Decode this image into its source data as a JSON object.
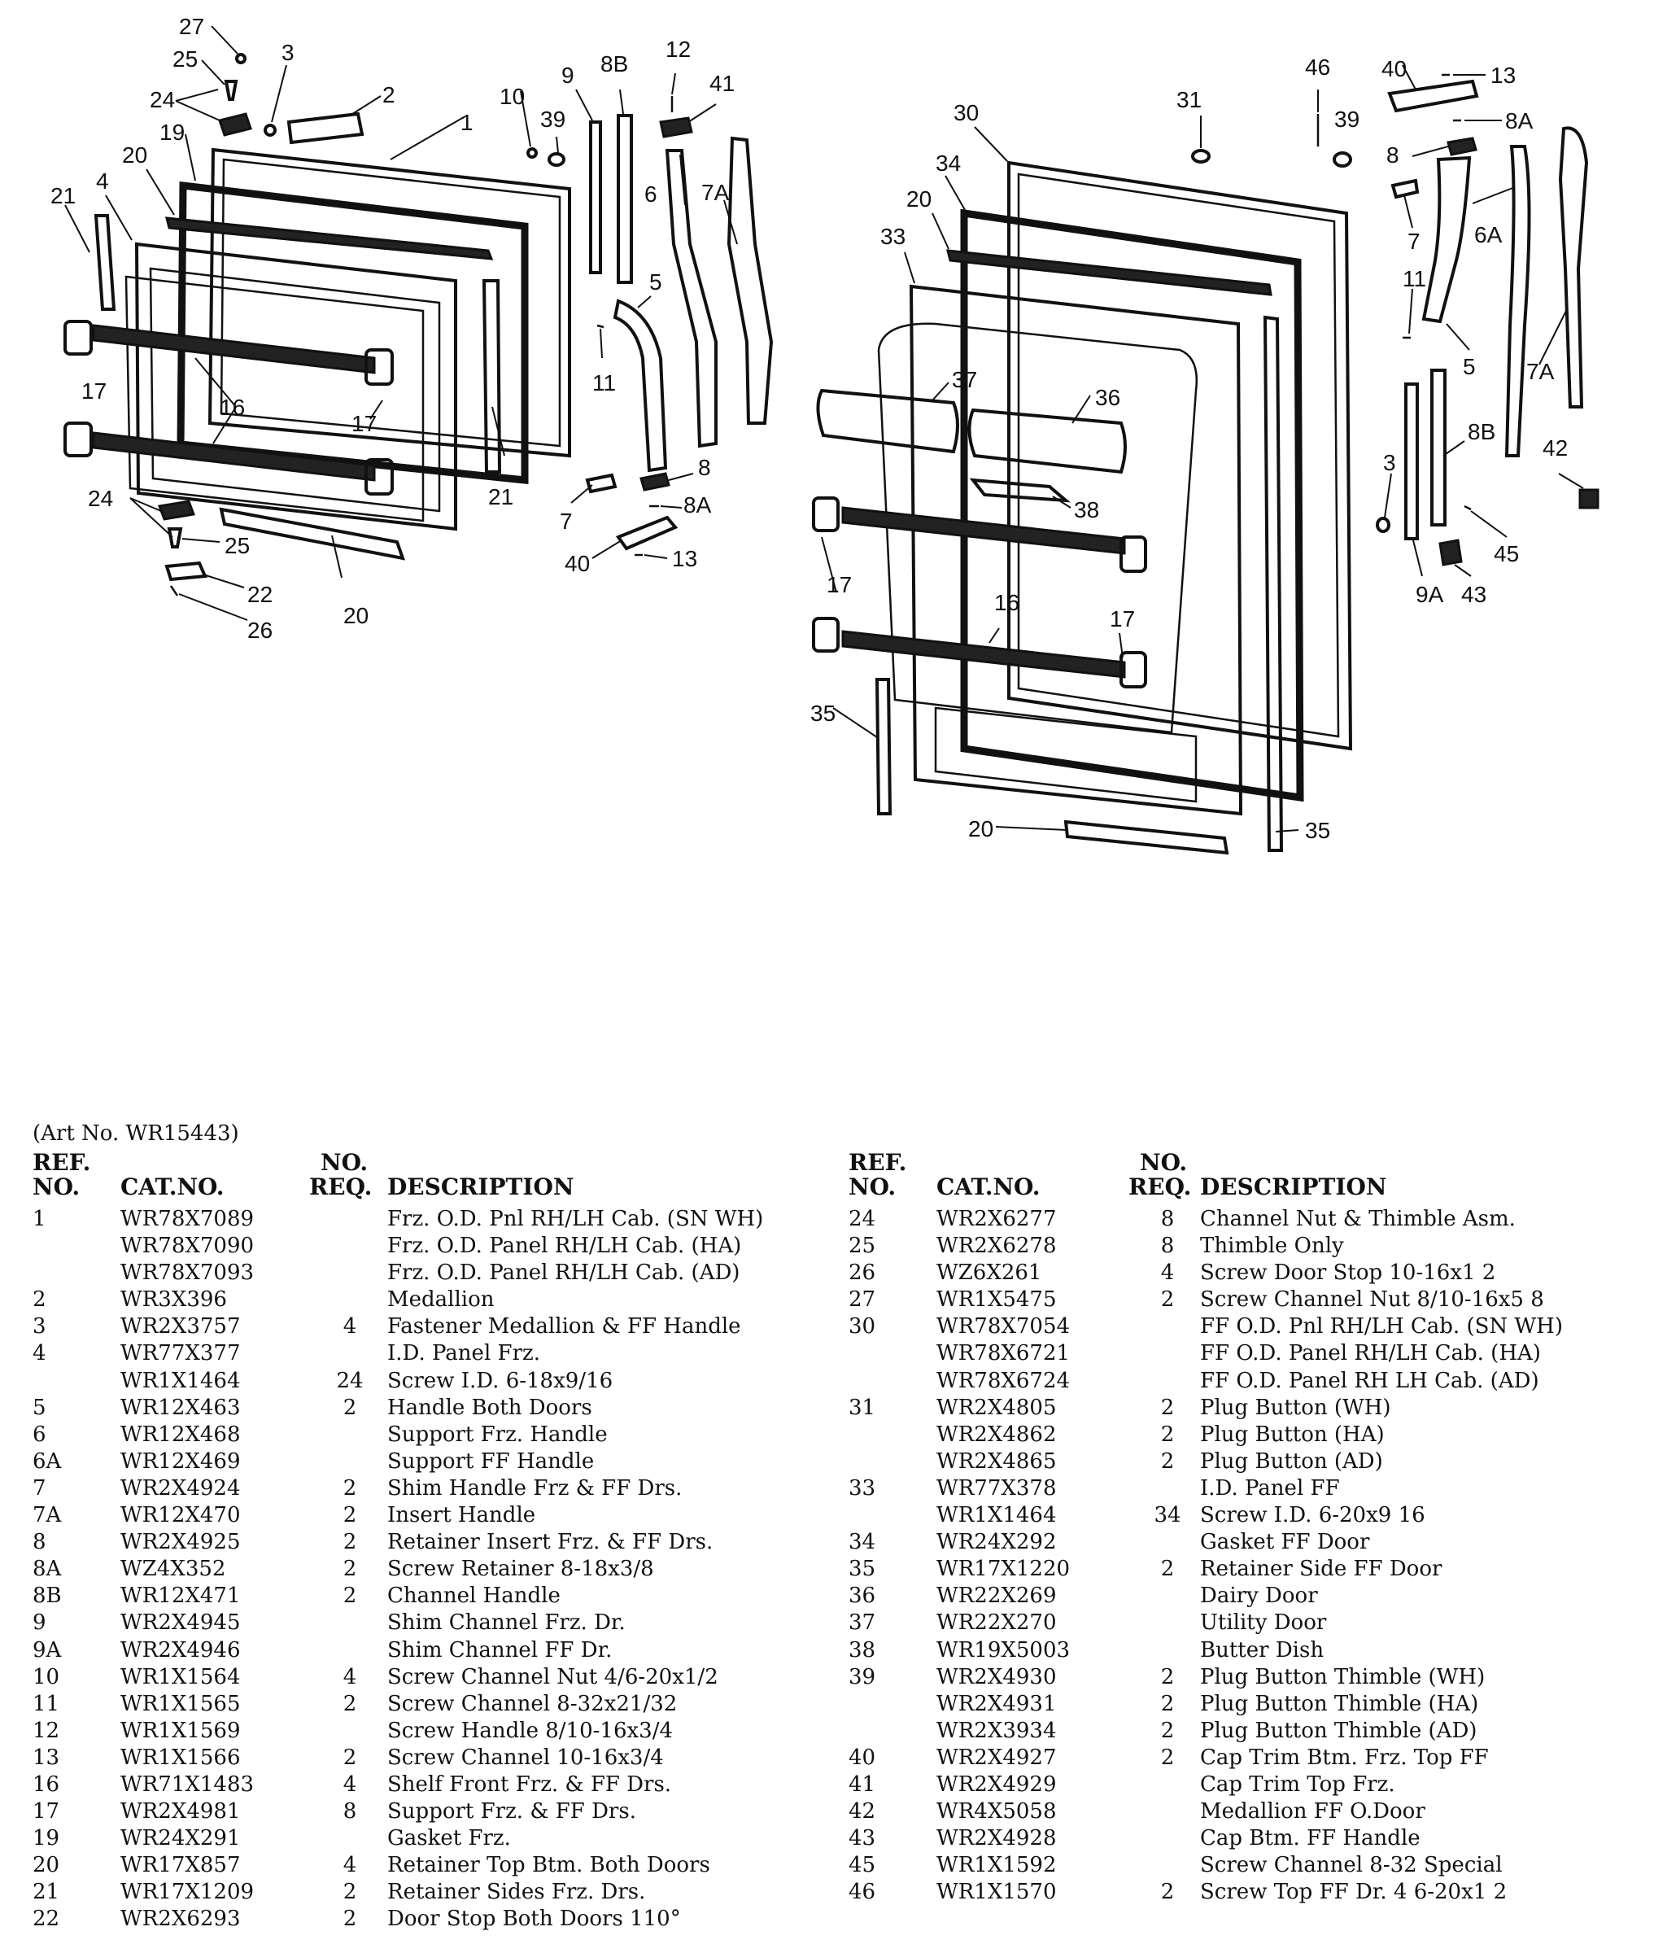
{
  "art_no": "(Art No. WR15443)",
  "headers": {
    "ref_top": "REF.",
    "ref_bottom": "NO.",
    "cat_no": "CAT.NO.",
    "req_top": "NO.",
    "req_bottom": "REQ.",
    "description": "DESCRIPTION"
  },
  "callouts": {
    "l27": "27",
    "l25": "25",
    "l3": "3",
    "l2": "2",
    "l24": "24",
    "l19": "19",
    "l1": "1",
    "l20": "20",
    "l4": "4",
    "l21": "21",
    "l17a": "17",
    "l17b": "17",
    "l16": "16",
    "l21b": "21",
    "l10": "10",
    "l39": "39",
    "l9": "9",
    "l8b": "8B",
    "l12": "12",
    "l41": "41",
    "l6": "6",
    "l7a": "7A",
    "l5": "5",
    "l11": "11",
    "l8": "8",
    "l7": "7",
    "l8a": "8A",
    "l40": "40",
    "l13": "13",
    "l24b": "24",
    "l25b": "25",
    "l22": "22",
    "l26": "26",
    "l20b": "20",
    "r30": "30",
    "r31": "31",
    "r34": "34",
    "r20": "20",
    "r33": "33",
    "r37": "37",
    "r36": "36",
    "r38": "38",
    "r16": "16",
    "r17a": "17",
    "r17b": "17",
    "r35a": "35",
    "r35b": "35",
    "r20b": "20",
    "r46": "46",
    "r40": "40",
    "r13": "13",
    "r39": "39",
    "r8a": "8A",
    "r8": "8",
    "r7": "7",
    "r6a": "6A",
    "r11": "11",
    "r5": "5",
    "r7a": "7A",
    "r3": "3",
    "r8b": "8B",
    "r42": "42",
    "r45": "45",
    "r9a": "9A",
    "r43": "43"
  },
  "parts_left": [
    {
      "ref": "1",
      "cat": "WR78X7089",
      "req": "",
      "desc": "Frz. O.D. Pnl RH/LH Cab. (SN WH)"
    },
    {
      "ref": "",
      "cat": "WR78X7090",
      "req": "",
      "desc": "Frz. O.D. Panel RH/LH Cab. (HA)"
    },
    {
      "ref": "",
      "cat": "WR78X7093",
      "req": "",
      "desc": "Frz. O.D. Panel RH/LH Cab. (AD)"
    },
    {
      "ref": "2",
      "cat": "WR3X396",
      "req": "",
      "desc": "Medallion"
    },
    {
      "ref": "3",
      "cat": "WR2X3757",
      "req": "4",
      "desc": "Fastener Medallion & FF Handle"
    },
    {
      "ref": "4",
      "cat": "WR77X377",
      "req": "",
      "desc": "I.D. Panel Frz."
    },
    {
      "ref": "",
      "cat": "WR1X1464",
      "req": "24",
      "desc": "Screw I.D. 6-18x9/16"
    },
    {
      "ref": "5",
      "cat": "WR12X463",
      "req": "2",
      "desc": "Handle Both Doors"
    },
    {
      "ref": "6",
      "cat": "WR12X468",
      "req": "",
      "desc": "Support Frz. Handle"
    },
    {
      "ref": "6A",
      "cat": "WR12X469",
      "req": "",
      "desc": "Support FF Handle"
    },
    {
      "ref": "7",
      "cat": "WR2X4924",
      "req": "2",
      "desc": "Shim Handle Frz & FF Drs."
    },
    {
      "ref": "7A",
      "cat": "WR12X470",
      "req": "2",
      "desc": "Insert Handle"
    },
    {
      "ref": "8",
      "cat": "WR2X4925",
      "req": "2",
      "desc": "Retainer Insert Frz. & FF Drs."
    },
    {
      "ref": "8A",
      "cat": "WZ4X352",
      "req": "2",
      "desc": "Screw Retainer 8-18x3/8"
    },
    {
      "ref": "8B",
      "cat": "WR12X471",
      "req": "2",
      "desc": "Channel Handle"
    },
    {
      "ref": "9",
      "cat": "WR2X4945",
      "req": "",
      "desc": "Shim Channel Frz. Dr."
    },
    {
      "ref": "9A",
      "cat": "WR2X4946",
      "req": "",
      "desc": "Shim Channel FF Dr."
    },
    {
      "ref": "10",
      "cat": "WR1X1564",
      "req": "4",
      "desc": "Screw Channel Nut 4/6-20x1/2"
    },
    {
      "ref": "11",
      "cat": "WR1X1565",
      "req": "2",
      "desc": "Screw Channel 8-32x21/32"
    },
    {
      "ref": "12",
      "cat": "WR1X1569",
      "req": "",
      "desc": "Screw Handle 8/10-16x3/4"
    },
    {
      "ref": "13",
      "cat": "WR1X1566",
      "req": "2",
      "desc": "Screw Channel 10-16x3/4"
    },
    {
      "ref": "16",
      "cat": "WR71X1483",
      "req": "4",
      "desc": "Shelf Front Frz. & FF Drs."
    },
    {
      "ref": "17",
      "cat": "WR2X4981",
      "req": "8",
      "desc": "Support Frz. & FF Drs."
    },
    {
      "ref": "19",
      "cat": "WR24X291",
      "req": "",
      "desc": "Gasket Frz."
    },
    {
      "ref": "20",
      "cat": "WR17X857",
      "req": "4",
      "desc": "Retainer Top Btm. Both Doors"
    },
    {
      "ref": "21",
      "cat": "WR17X1209",
      "req": "2",
      "desc": "Retainer Sides Frz. Drs."
    },
    {
      "ref": "22",
      "cat": "WR2X6293",
      "req": "2",
      "desc": "Door Stop Both Doors 110°"
    }
  ],
  "parts_right": [
    {
      "ref": "24",
      "cat": "WR2X6277",
      "req": "8",
      "desc": "Channel Nut & Thimble Asm."
    },
    {
      "ref": "25",
      "cat": "WR2X6278",
      "req": "8",
      "desc": "Thimble Only"
    },
    {
      "ref": "26",
      "cat": "WZ6X261",
      "req": "4",
      "desc": "Screw Door Stop 10-16x1 2"
    },
    {
      "ref": "27",
      "cat": "WR1X5475",
      "req": "2",
      "desc": "Screw Channel Nut 8/10-16x5 8"
    },
    {
      "ref": "30",
      "cat": "WR78X7054",
      "req": "",
      "desc": "FF O.D. Pnl RH/LH Cab. (SN WH)"
    },
    {
      "ref": "",
      "cat": "WR78X6721",
      "req": "",
      "desc": "FF O.D. Panel RH/LH Cab. (HA)"
    },
    {
      "ref": "",
      "cat": "WR78X6724",
      "req": "",
      "desc": "FF O.D. Panel RH LH Cab. (AD)"
    },
    {
      "ref": "31",
      "cat": "WR2X4805",
      "req": "2",
      "desc": "Plug Button (WH)"
    },
    {
      "ref": "",
      "cat": "WR2X4862",
      "req": "2",
      "desc": "Plug Button (HA)"
    },
    {
      "ref": "",
      "cat": "WR2X4865",
      "req": "2",
      "desc": "Plug Button (AD)"
    },
    {
      "ref": "33",
      "cat": "WR77X378",
      "req": "",
      "desc": "I.D. Panel FF"
    },
    {
      "ref": "",
      "cat": "WR1X1464",
      "req": "34",
      "desc": "Screw I.D. 6-20x9 16"
    },
    {
      "ref": "34",
      "cat": "WR24X292",
      "req": "",
      "desc": "Gasket FF Door"
    },
    {
      "ref": "35",
      "cat": "WR17X1220",
      "req": "2",
      "desc": "Retainer Side FF Door"
    },
    {
      "ref": "36",
      "cat": "WR22X269",
      "req": "",
      "desc": "Dairy Door"
    },
    {
      "ref": "37",
      "cat": "WR22X270",
      "req": "",
      "desc": "Utility Door"
    },
    {
      "ref": "38",
      "cat": "WR19X5003",
      "req": "",
      "desc": "Butter Dish"
    },
    {
      "ref": "39",
      "cat": "WR2X4930",
      "req": "2",
      "desc": "Plug Button Thimble (WH)"
    },
    {
      "ref": "",
      "cat": "WR2X4931",
      "req": "2",
      "desc": "Plug Button Thimble (HA)"
    },
    {
      "ref": "",
      "cat": "WR2X3934",
      "req": "2",
      "desc": "Plug Button Thimble (AD)"
    },
    {
      "ref": "40",
      "cat": "WR2X4927",
      "req": "2",
      "desc": "Cap Trim Btm. Frz. Top FF"
    },
    {
      "ref": "41",
      "cat": "WR2X4929",
      "req": "",
      "desc": "Cap Trim Top Frz."
    },
    {
      "ref": "42",
      "cat": "WR4X5058",
      "req": "",
      "desc": "Medallion FF O.Door"
    },
    {
      "ref": "43",
      "cat": "WR2X4928",
      "req": "",
      "desc": "Cap Btm. FF Handle"
    },
    {
      "ref": "45",
      "cat": "WR1X1592",
      "req": "",
      "desc": "Screw Channel 8-32 Special"
    },
    {
      "ref": "46",
      "cat": "WR1X1570",
      "req": "2",
      "desc": "Screw Top FF Dr. 4 6-20x1 2"
    }
  ]
}
